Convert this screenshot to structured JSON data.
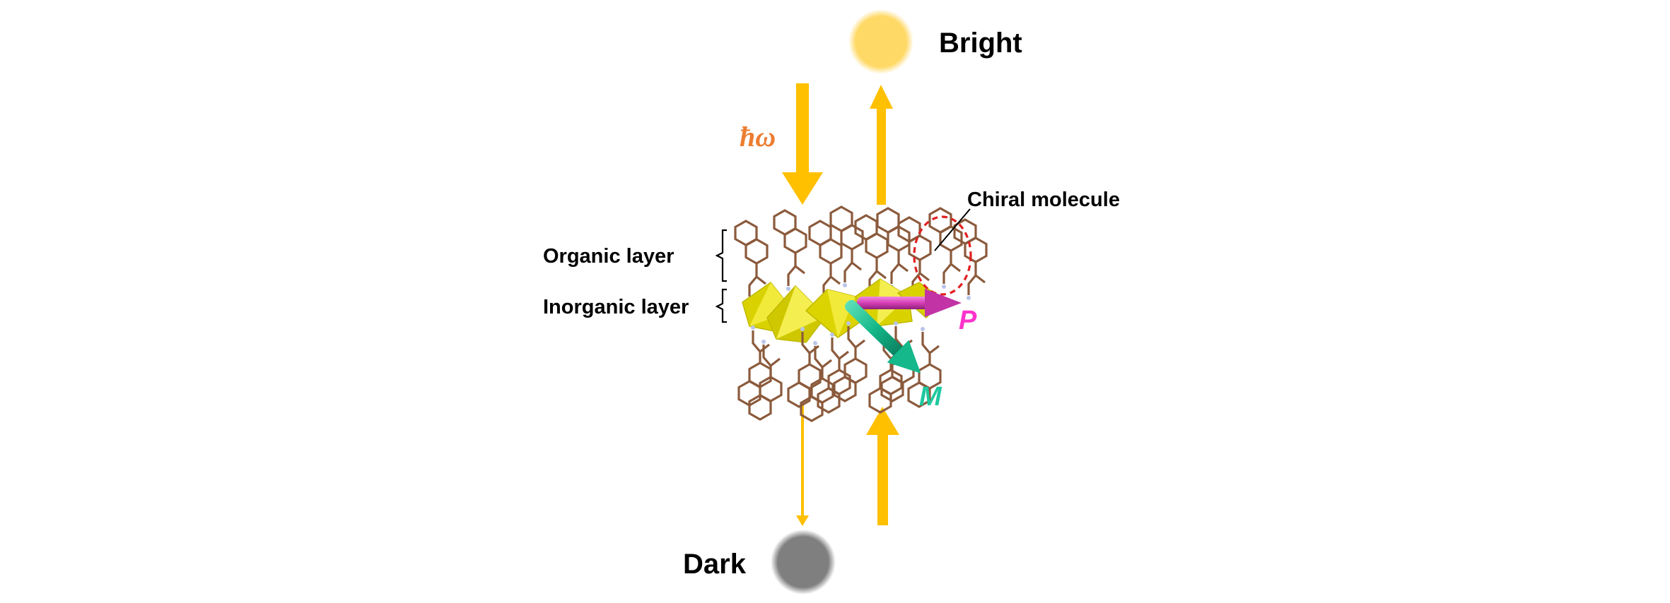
{
  "labels": {
    "bright": "Bright",
    "dark": "Dark",
    "photon": "ħω",
    "chiral_molecule": "Chiral molecule",
    "organic_layer": "Organic layer",
    "inorganic_layer": "Inorganic layer",
    "p_vector": "P",
    "m_vector": "M"
  },
  "colors": {
    "light_arrow": "#FFC000",
    "bright_spot": "#FFD966",
    "dark_spot": "#7F7F7F",
    "photon_text": "#ED7D31",
    "molecule": "#8B5A3C",
    "octahedra": "#E8E000",
    "p_arrow": "#D63FB5",
    "p_text": "#FF33CC",
    "m_arrow": "#14B88A",
    "m_text": "#1EC8A0",
    "highlight_ring": "#E02020"
  },
  "icons": {
    "bright_spot": "glowing-yellow-circle",
    "dark_spot": "blurred-gray-circle"
  }
}
